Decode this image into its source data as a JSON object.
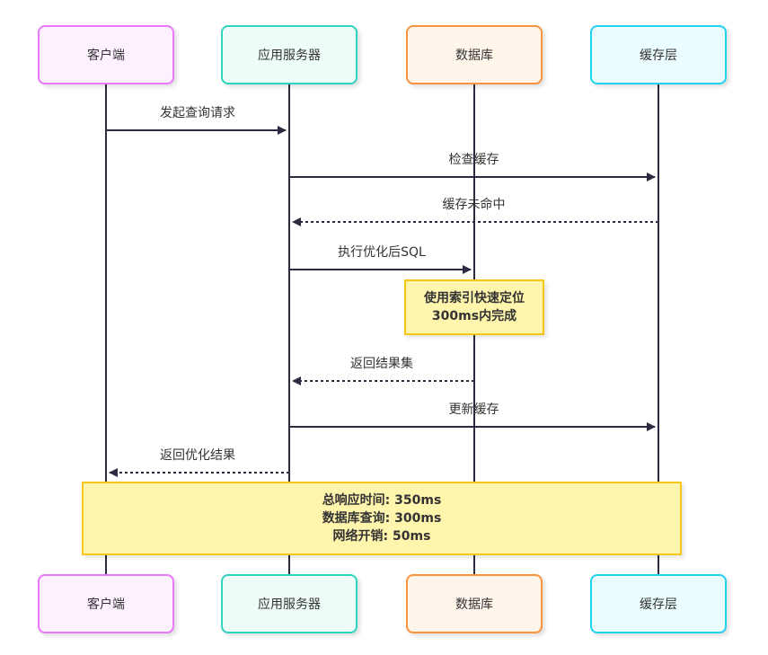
{
  "actors": [
    {
      "id": "client",
      "label": "客户端",
      "border": "#e879f9",
      "fill": "#fdf0ff"
    },
    {
      "id": "app",
      "label": "应用服务器",
      "border": "#2dd4bf",
      "fill": "#effdfa"
    },
    {
      "id": "db",
      "label": "数据库",
      "border": "#fb923c",
      "fill": "#fff5eb"
    },
    {
      "id": "cache",
      "label": "缓存层",
      "border": "#22d3ee",
      "fill": "#ecfdff"
    }
  ],
  "messages": [
    {
      "from": 0,
      "to": 1,
      "label": "发起查询请求",
      "style": "solid"
    },
    {
      "from": 1,
      "to": 3,
      "label": "检查缓存",
      "style": "solid"
    },
    {
      "from": 3,
      "to": 1,
      "label": "缓存未命中",
      "style": "dashed"
    },
    {
      "from": 1,
      "to": 2,
      "label": "执行优化后SQL",
      "style": "solid"
    },
    {
      "from": 2,
      "to": 1,
      "label": "返回结果集",
      "style": "dashed"
    },
    {
      "from": 1,
      "to": 3,
      "label": "更新缓存",
      "style": "solid"
    },
    {
      "from": 1,
      "to": 0,
      "label": "返回优化结果",
      "style": "dashed"
    }
  ],
  "notes": {
    "db_note": {
      "lines": [
        "使用索引快速定位",
        "300ms内完成"
      ]
    },
    "summary_note": {
      "lines": [
        "总响应时间: 350ms",
        "数据库查询: 300ms",
        "网络开销: 50ms"
      ]
    }
  },
  "colors": {
    "line": "#2b2a40",
    "note_fill": "#fff5ad",
    "note_border": "#f5c518"
  }
}
